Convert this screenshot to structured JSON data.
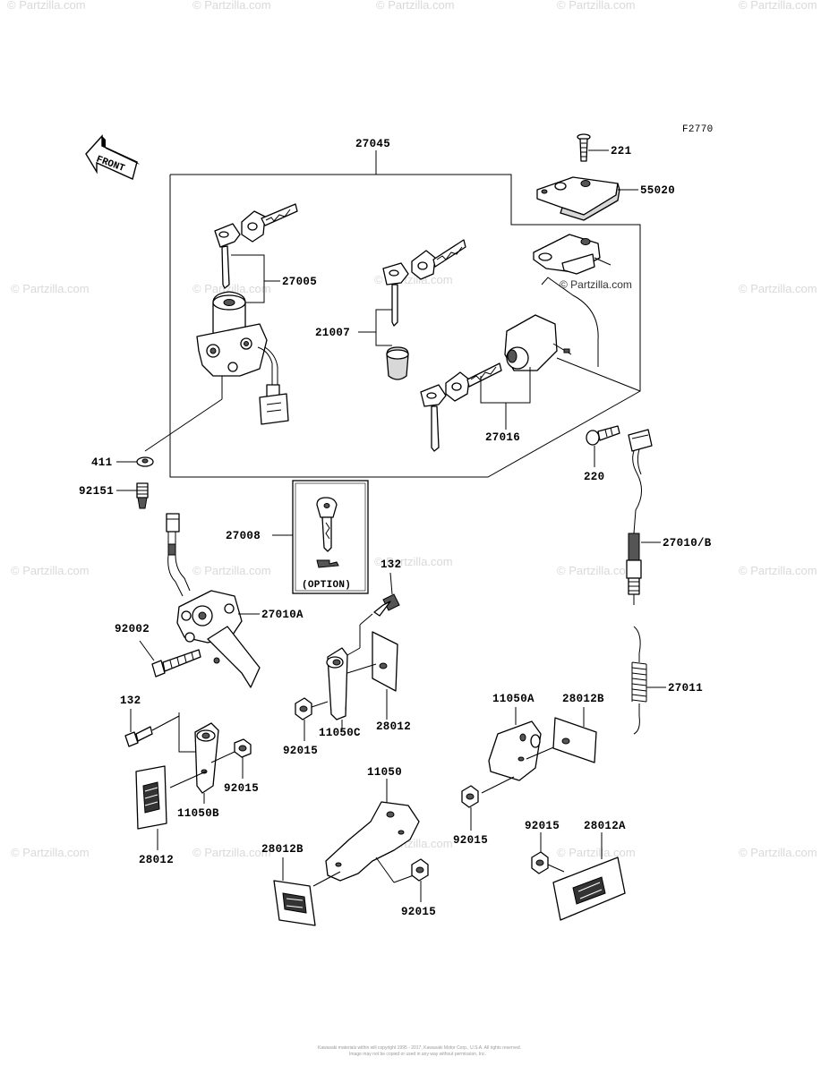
{
  "diagram": {
    "figure_code": "F2770",
    "front_label": "FRONT",
    "option_label": "(OPTION)",
    "watermark": "© Partzilla.com",
    "copyright_line1": "Kawasaki materials within will copyright 1995 - 2017, Kawasaki Motor Corp., U.S.A. All rights reserved.",
    "copyright_line2": "Image may not be copied or used in any way without permission, Inc.",
    "callouts": [
      {
        "id": "27045",
        "text": "27045"
      },
      {
        "id": "221",
        "text": "221"
      },
      {
        "id": "55020",
        "text": "55020"
      },
      {
        "id": "27005",
        "text": "27005"
      },
      {
        "id": "21007",
        "text": "21007"
      },
      {
        "id": "27016",
        "text": "27016"
      },
      {
        "id": "411",
        "text": "411"
      },
      {
        "id": "92151",
        "text": "92151"
      },
      {
        "id": "220",
        "text": "220"
      },
      {
        "id": "27008",
        "text": "27008"
      },
      {
        "id": "27010B",
        "text": "27010/B"
      },
      {
        "id": "132a",
        "text": "132"
      },
      {
        "id": "27010A",
        "text": "27010A"
      },
      {
        "id": "92002",
        "text": "92002"
      },
      {
        "id": "27011",
        "text": "27011"
      },
      {
        "id": "132b",
        "text": "132"
      },
      {
        "id": "11050A",
        "text": "11050A"
      },
      {
        "id": "28012B_r",
        "text": "28012B"
      },
      {
        "id": "92015_c",
        "text": "92015"
      },
      {
        "id": "11050C",
        "text": "11050C"
      },
      {
        "id": "28012_c",
        "text": "28012"
      },
      {
        "id": "92015_l",
        "text": "92015"
      },
      {
        "id": "11050B",
        "text": "11050B"
      },
      {
        "id": "28012_l",
        "text": "28012"
      },
      {
        "id": "11050",
        "text": "11050"
      },
      {
        "id": "92015_r",
        "text": "92015"
      },
      {
        "id": "28012B_b",
        "text": "28012B"
      },
      {
        "id": "92015_rr",
        "text": "92015"
      },
      {
        "id": "28012A",
        "text": "28012A"
      },
      {
        "id": "92015_b",
        "text": "92015"
      }
    ]
  }
}
